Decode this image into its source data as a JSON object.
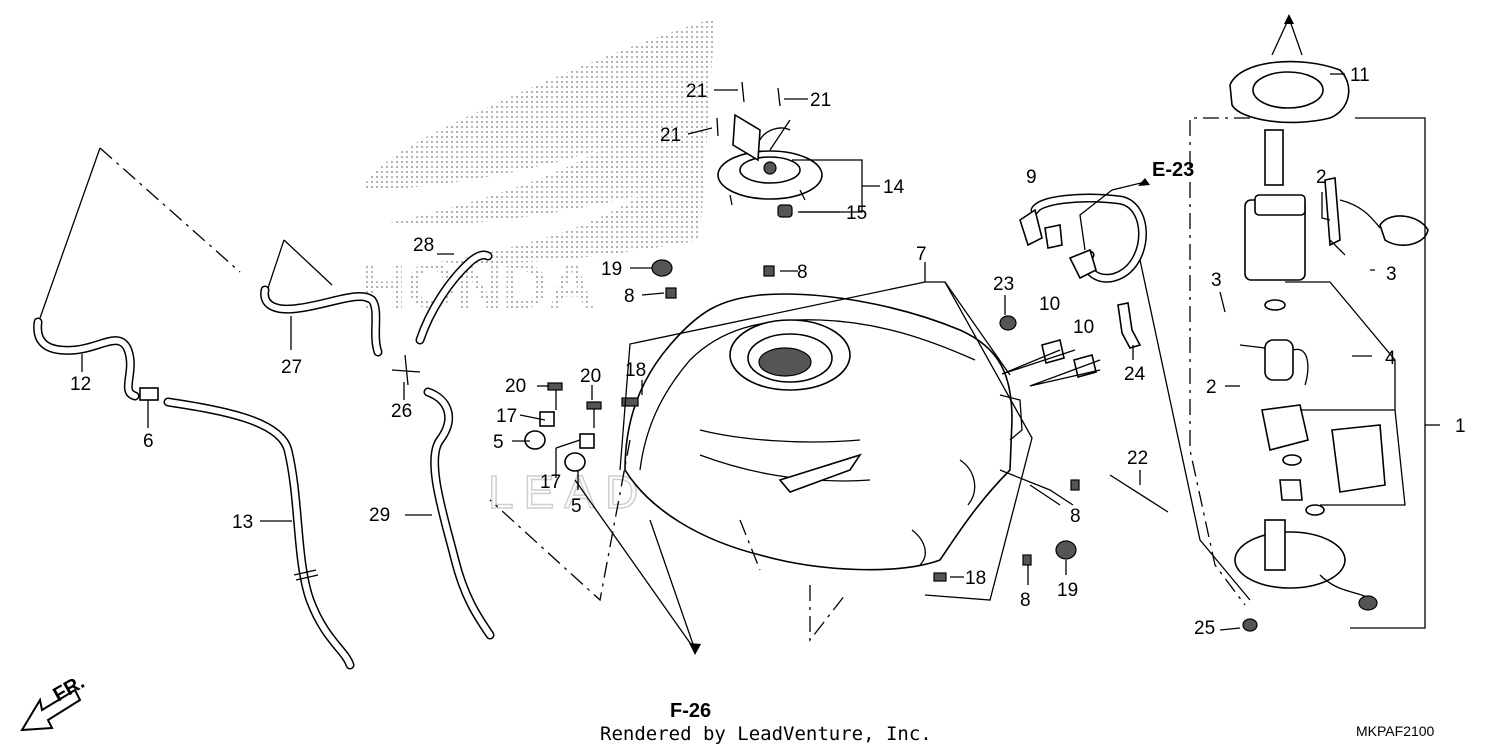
{
  "labels": {
    "p1": "1",
    "p2a": "2",
    "p2b": "2",
    "p3a": "3",
    "p3b": "3",
    "p4": "4",
    "p5a": "5",
    "p5b": "5",
    "p6": "6",
    "p7": "7",
    "p8a": "8",
    "p8b": "8",
    "p8c": "8",
    "p8d": "8",
    "p9": "9",
    "p10a": "10",
    "p10b": "10",
    "p11": "11",
    "p12": "12",
    "p13": "13",
    "p14": "14",
    "p15": "15",
    "p17a": "17",
    "p17b": "17",
    "p18a": "18",
    "p18b": "18",
    "p19a": "19",
    "p19b": "19",
    "p20a": "20",
    "p20b": "20",
    "p21a": "21",
    "p21b": "21",
    "p21c": "21",
    "p22": "22",
    "p23": "23",
    "p24": "24",
    "p25": "25",
    "p26": "26",
    "p27": "27",
    "p28": "28",
    "p29": "29"
  },
  "refs": {
    "e23": "E-23",
    "f26": "F-26",
    "front": "FR."
  },
  "footer": {
    "rendered_by": "Rendered by LeadVenture, Inc.",
    "diagram_code": "MKPAF2100"
  },
  "watermark": {
    "brand": "HONDA",
    "leadventure": "LEADVENTURE"
  },
  "colors": {
    "line": "#000000",
    "background": "#ffffff",
    "watermark": "#bdbdbd"
  }
}
